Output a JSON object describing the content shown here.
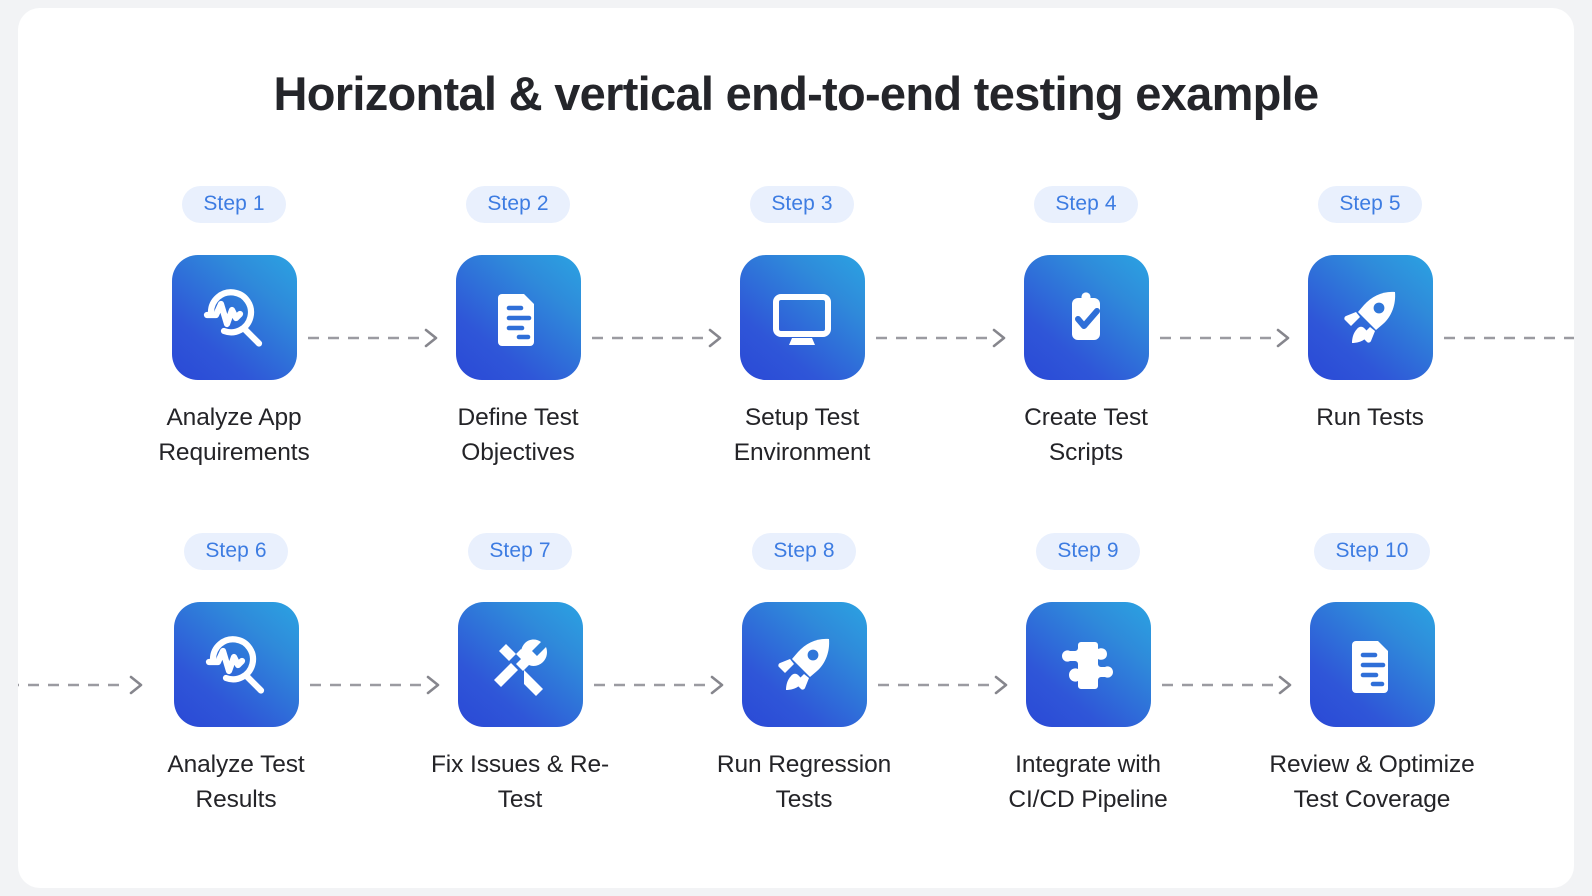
{
  "title": "Horizontal & vertical end-to-end testing example",
  "colors": {
    "page_background": "#f2f3f5",
    "card_background": "#ffffff",
    "badge_background": "#e9f0fd",
    "badge_text": "#3d7ce2",
    "tile_gradient_start": "#2a49d6",
    "tile_gradient_end": "#2ba3e2",
    "caption_text": "#242428",
    "connector": "#9b9ba1",
    "title_text": "#24252a"
  },
  "rows": [
    {
      "id": "row-1",
      "steps": [
        {
          "badge": "Step 1",
          "label": "Analyze App\nRequirements",
          "icon": "magnifier-pulse-icon"
        },
        {
          "badge": "Step 2",
          "label": "Define Test\nObjectives",
          "icon": "document-lines-icon"
        },
        {
          "badge": "Step 3",
          "label": "Setup Test\nEnvironment",
          "icon": "monitor-icon"
        },
        {
          "badge": "Step 4",
          "label": "Create Test\nScripts",
          "icon": "clipboard-check-icon"
        },
        {
          "badge": "Step 5",
          "label": "Run Tests",
          "icon": "rocket-icon"
        }
      ]
    },
    {
      "id": "row-2",
      "steps": [
        {
          "badge": "Step 6",
          "label": "Analyze Test\nResults",
          "icon": "magnifier-pulse-icon"
        },
        {
          "badge": "Step 7",
          "label": "Fix Issues & Re-\nTest",
          "icon": "hammer-wrench-icon"
        },
        {
          "badge": "Step 8",
          "label": "Run Regression\nTests",
          "icon": "rocket-icon"
        },
        {
          "badge": "Step 9",
          "label": "Integrate with\nCI/CD Pipeline",
          "icon": "puzzle-piece-icon"
        },
        {
          "badge": "Step 10",
          "label": "Review & Optimize\nTest Coverage",
          "icon": "document-lines-icon"
        }
      ]
    }
  ],
  "connectors": {
    "style": "dashed-arrow",
    "direction": "left-to-right",
    "wrap_note": "flow continues off right edge of row 1 and re-enters at left edge of row 2"
  }
}
